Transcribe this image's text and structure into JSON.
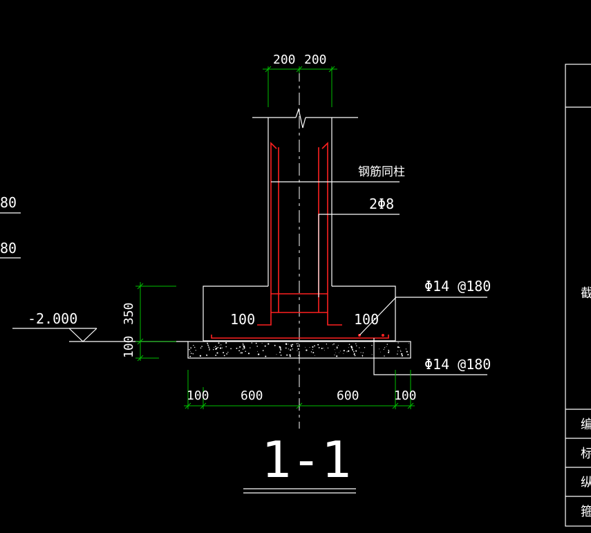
{
  "title": "1-1",
  "dims": {
    "top_left": "200",
    "top_right": "200",
    "height_upper": "350",
    "height_lower": "100",
    "bottom_left_edge": "100",
    "bottom_left": "600",
    "bottom_right": "600",
    "bottom_right_edge": "100",
    "offset_left": "100",
    "offset_right": "100"
  },
  "labels": {
    "rebar_same_as_column": "钢筋同柱",
    "stirrup": "2Φ8",
    "top_rebar": "Φ14 @180",
    "bottom_rebar": "Φ14 @180",
    "elevation": "-2.000"
  },
  "left_partial": {
    "line1": "80",
    "line2": "80"
  },
  "title_block": {
    "row1": "截",
    "row2": "编",
    "row3": "标",
    "row4": "纵",
    "row5": "箍"
  },
  "colors": {
    "background": "#000000",
    "outline": "#ffffff",
    "dimension": "#00c000",
    "rebar": "#ff2020"
  }
}
